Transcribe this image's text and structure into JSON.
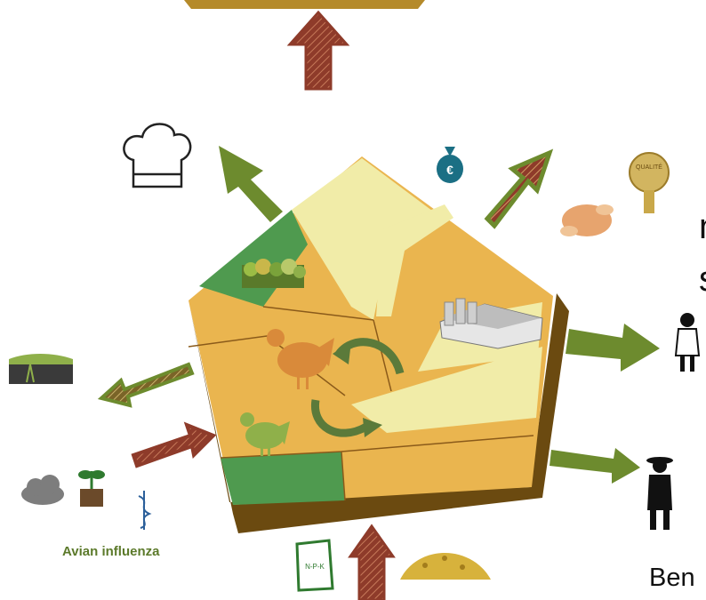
{
  "labels": {
    "avian_influenza": "Avian influenza",
    "benefit_fragment": "Ben",
    "cut_text_1": "n",
    "cut_text_2": "s"
  },
  "icons": {
    "money_bag_symbol": "€",
    "fertilizer_bag_text": "N-P-K",
    "quality_seal_text": "QUALITÉ"
  },
  "colors": {
    "farm_orange": "#eab54f",
    "farm_light": "#f1eca8",
    "farm_green": "#4f9a4f",
    "farm_base": "#6b4a10",
    "arrow_green": "#6d8b2e",
    "arrow_red": "#8e3b2a",
    "arrow_hatched": "#8a6a2a",
    "label_green": "#5c7a2b"
  }
}
